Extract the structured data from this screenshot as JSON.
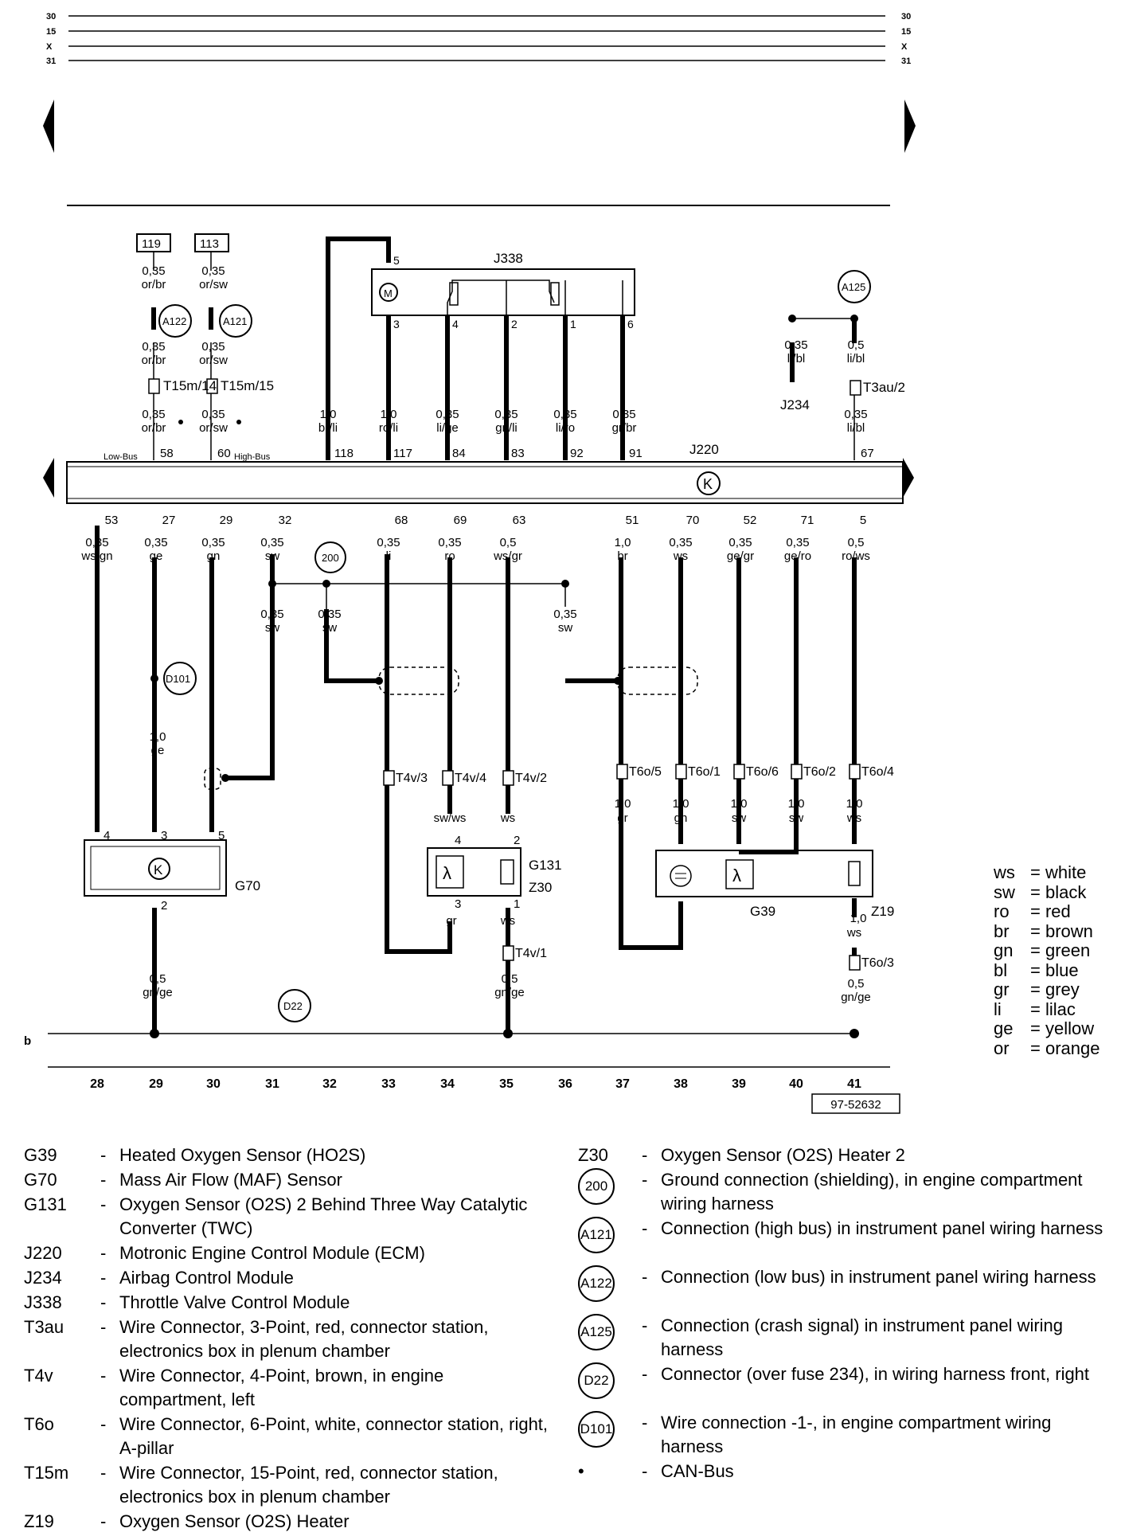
{
  "bus_lines": [
    {
      "left": "30",
      "right": "30"
    },
    {
      "left": "15",
      "right": "15"
    },
    {
      "left": "X",
      "right": "X"
    },
    {
      "left": "31",
      "right": "31"
    }
  ],
  "components": {
    "j338": "J338",
    "j220": "J220",
    "j234": "J234",
    "g70": "G70",
    "g131": "G131",
    "z30": "Z30",
    "g39": "G39",
    "z19": "Z19",
    "b": "b"
  },
  "boxes": {
    "b119": "119",
    "b113": "113"
  },
  "circles": {
    "a122": "A122",
    "a121": "A121",
    "a125": "A125",
    "c200": "200",
    "d101": "D101",
    "d22": "D22"
  },
  "top_wires": {
    "w119a": [
      "0,35",
      "or/br"
    ],
    "w113a": [
      "0,35",
      "or/sw"
    ],
    "w119b": [
      "0,35",
      "or/br"
    ],
    "w113b": [
      "0,35",
      "or/sw"
    ],
    "w119c": [
      "0,35",
      "or/br"
    ],
    "w113c": [
      "0,35",
      "or/sw"
    ],
    "w118": [
      "1,0",
      "br/li"
    ],
    "w117": [
      "1,0",
      "ro/li"
    ],
    "w84": [
      "0,35",
      "li/ge"
    ],
    "w83": [
      "0,35",
      "gn/li"
    ],
    "w92": [
      "0,35",
      "li/ro"
    ],
    "w91": [
      "0,35",
      "gr/br"
    ],
    "wj234": [
      "0,35",
      "li/bl"
    ],
    "wa125": [
      "0,5",
      "li/bl"
    ],
    "w67": [
      "0,35",
      "li/bl"
    ]
  },
  "connectors": {
    "t15m14": "T15m/14",
    "t15m15": "T15m/15",
    "t3au2": "T3au/2",
    "t4v3": "T4v/3",
    "t4v4": "T4v/4",
    "t4v2": "T4v/2",
    "t4v1": "T4v/1",
    "t6o5": "T6o/5",
    "t6o1": "T6o/1",
    "t6o6": "T6o/6",
    "t6o2": "T6o/2",
    "t6o4": "T6o/4",
    "t6o3": "T6o/3"
  },
  "j220_pins_top": {
    "p58": "58",
    "p60": "60",
    "p118": "118",
    "p117": "117",
    "p84": "84",
    "p83": "83",
    "p92": "92",
    "p91": "91",
    "p67": "67",
    "low_bus": "Low-Bus",
    "high_bus": "High-Bus"
  },
  "j338_pins": {
    "p5": "5",
    "p3": "3",
    "p4": "4",
    "p2": "2",
    "p1": "1",
    "p6": "6"
  },
  "j220_pins_bottom": [
    "53",
    "27",
    "29",
    "32",
    "68",
    "69",
    "63",
    "51",
    "70",
    "52",
    "71",
    "5"
  ],
  "bottom_wires": [
    [
      "0,35",
      "ws/gn"
    ],
    [
      "0,35",
      "ge"
    ],
    [
      "0,35",
      "gn"
    ],
    [
      "0,35",
      "sw"
    ],
    [
      "0,35",
      "li"
    ],
    [
      "0,35",
      "ro"
    ],
    [
      "0,5",
      "ws/gr"
    ],
    [
      "1,0",
      "br"
    ],
    [
      "0,35",
      "ws"
    ],
    [
      "0,35",
      "ge/gr"
    ],
    [
      "0,35",
      "ge/ro"
    ],
    [
      "0,5",
      "ro/ws"
    ]
  ],
  "mid_wires": {
    "sw31": [
      "0,35",
      "sw"
    ],
    "sw32": [
      "0,35",
      "sw"
    ],
    "sw36": [
      "0,35",
      "sw"
    ],
    "ge29": [
      "1,0",
      "ge"
    ]
  },
  "lower_wires": [
    [
      "sw/ws"
    ],
    [
      "ws"
    ],
    [
      "1,0",
      "gr"
    ],
    [
      "1,0",
      "gn"
    ],
    [
      "1,0",
      "sw"
    ],
    [
      "1,0",
      "sw"
    ],
    [
      "1,0",
      "ws"
    ]
  ],
  "lower_wires2": {
    "gr34": "gr",
    "ws35": "ws",
    "z19w": [
      "1,0",
      "ws"
    ],
    "gnge29": [
      "0,5",
      "gn/ge"
    ],
    "gnge35": [
      "0,5",
      "gn/ge"
    ],
    "gnge41": [
      "0,5",
      "gn/ge"
    ]
  },
  "device_pins": {
    "g70": [
      "4",
      "3",
      "5",
      "2"
    ],
    "g131": [
      "4",
      "2",
      "3",
      "1"
    ]
  },
  "column_numbers": [
    "28",
    "29",
    "30",
    "31",
    "32",
    "33",
    "34",
    "35",
    "36",
    "37",
    "38",
    "39",
    "40",
    "41"
  ],
  "figure_id": "97-52632",
  "color_key": [
    {
      "abbr": "ws",
      "name": "white"
    },
    {
      "abbr": "sw",
      "name": "black"
    },
    {
      "abbr": "ro",
      "name": "red"
    },
    {
      "abbr": "br",
      "name": "brown"
    },
    {
      "abbr": "gn",
      "name": "green"
    },
    {
      "abbr": "bl",
      "name": "blue"
    },
    {
      "abbr": "gr",
      "name": "grey"
    },
    {
      "abbr": "li",
      "name": "lilac"
    },
    {
      "abbr": "ge",
      "name": "yellow"
    },
    {
      "abbr": "or",
      "name": "orange"
    }
  ],
  "legend_left": [
    {
      "code": "G39",
      "desc": "Heated Oxygen Sensor (HO2S)"
    },
    {
      "code": "G70",
      "desc": "Mass Air Flow (MAF) Sensor"
    },
    {
      "code": "G131",
      "desc": "Oxygen Sensor (O2S) 2 Behind Three Way Catalytic Converter (TWC)"
    },
    {
      "code": "J220",
      "desc": "Motronic Engine Control Module (ECM)"
    },
    {
      "code": "J234",
      "desc": "Airbag Control Module"
    },
    {
      "code": "J338",
      "desc": "Throttle Valve Control Module"
    },
    {
      "code": "T3au",
      "desc": "Wire Connector, 3-Point, red, connector station, electronics box in plenum chamber"
    },
    {
      "code": "T4v",
      "desc": "Wire Connector, 4-Point, brown, in engine compartment, left"
    },
    {
      "code": "T6o",
      "desc": "Wire Connector, 6-Point, white, connector station, right, A-pillar"
    },
    {
      "code": "T15m",
      "desc": "Wire Connector, 15-Point, red, connector station, electronics box in plenum chamber"
    },
    {
      "code": "Z19",
      "desc": "Oxygen Sensor (O2S) Heater"
    }
  ],
  "legend_right": [
    {
      "code": "Z30",
      "desc": "Oxygen Sensor (O2S) Heater 2"
    },
    {
      "code": "200",
      "desc": "Ground connection (shielding), in engine compartment wiring harness"
    },
    {
      "code": "A121",
      "desc": "Connection (high bus) in instrument panel wiring harness"
    },
    {
      "code": "A122",
      "desc": "Connection (low bus) in instrument panel wiring harness"
    },
    {
      "code": "A125",
      "desc": "Connection (crash signal) in instrument panel wiring harness"
    },
    {
      "code": "D22",
      "desc": "Connector (over fuse 234), in wiring harness front, right"
    },
    {
      "code": "D101",
      "desc": "Wire connection -1-, in engine compartment wiring harness"
    },
    {
      "code": "•",
      "desc": "CAN-Bus"
    }
  ]
}
